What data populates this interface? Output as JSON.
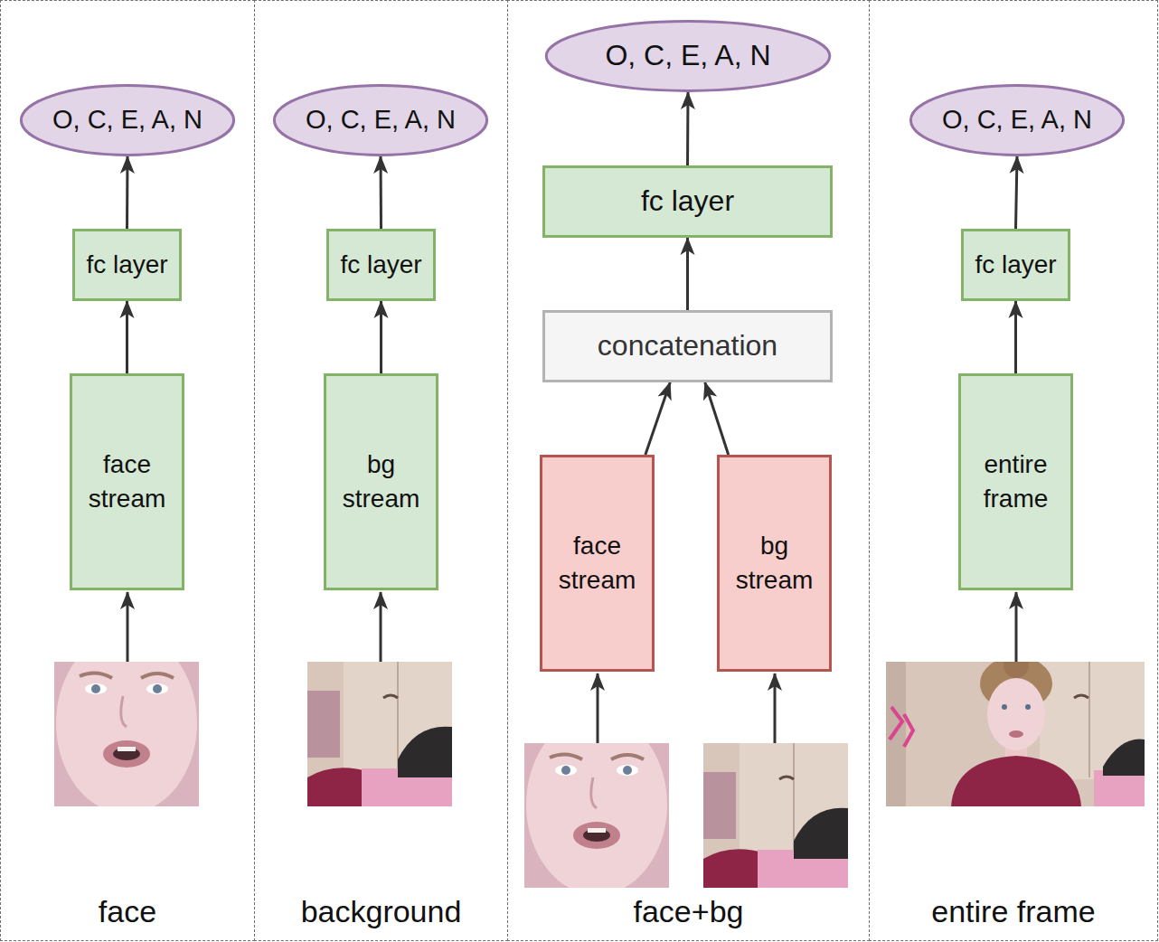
{
  "diagram": {
    "nodes": [
      {
        "text": [
          "face"
        ]
      },
      {
        "text": [
          "O, C, E, A, N"
        ],
        "in": 0
      },
      {
        "text": [
          "fc layer"
        ],
        "in": 0
      },
      {
        "text": [
          "face stream"
        ],
        "in": 0
      },
      {
        "text": [
          "background"
        ]
      },
      {
        "text": [
          "O, C, E, A, N"
        ],
        "in": 4
      },
      {
        "text": [
          "fc layer"
        ],
        "in": 4
      },
      {
        "text": [
          "bg stream"
        ],
        "in": 4
      },
      {
        "text": [
          "face+bg"
        ]
      },
      {
        "text": [
          "O, C, E, A, N"
        ],
        "in": 8
      },
      {
        "text": [
          "fc layer"
        ],
        "in": 8
      },
      {
        "text": [
          "concatenation"
        ],
        "in": 8
      },
      {
        "text": [
          "face stream"
        ],
        "in": 8
      },
      {
        "text": [
          "bg stream"
        ],
        "in": 8
      },
      {
        "text": [
          "entire frame"
        ]
      },
      {
        "text": [
          "O, C, E, A, N"
        ],
        "in": 14
      },
      {
        "text": [
          "fc layer"
        ],
        "in": 14
      },
      {
        "text": [
          "entire frame"
        ],
        "in": 14
      }
    ],
    "edges": [
      {
        "from": 3,
        "to": 2,
        "arrow": "to"
      },
      {
        "from": 2,
        "to": 1,
        "arrow": "to"
      },
      {
        "from": 7,
        "to": 6,
        "arrow": "to"
      },
      {
        "from": 6,
        "to": 5,
        "arrow": "to"
      },
      {
        "from": 12,
        "to": 11,
        "arrow": "to"
      },
      {
        "from": 13,
        "to": 11,
        "arrow": "to"
      },
      {
        "from": 11,
        "to": 10,
        "arrow": "to"
      },
      {
        "from": 10,
        "to": 9,
        "arrow": "to"
      },
      {
        "from": 17,
        "to": 16,
        "arrow": "to"
      },
      {
        "from": 16,
        "to": 15,
        "arrow": "to"
      }
    ]
  }
}
